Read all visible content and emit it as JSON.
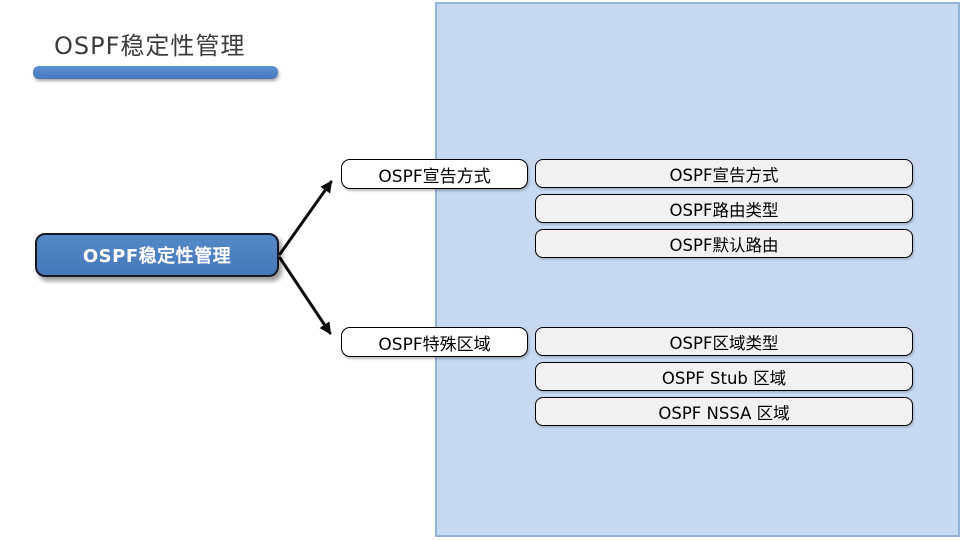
{
  "slide": {
    "title": "OSPF稳定性管理",
    "colors": {
      "panel_fill": "#C7D9F0",
      "panel_border": "#95B3D7",
      "accent_bar_blue": "#4E81BD",
      "root_node_fill": "#4A7EBB",
      "root_node_border": "#1A1724",
      "root_node_text": "#FFFFFF",
      "branch_box_fill": "#FFFFFF",
      "item_box_fill": "#F1F1F1",
      "outline_black": "#000000",
      "title_text": "#3C3C3C",
      "arrow_color": "#0D0D0D"
    }
  },
  "diagram": {
    "root": {
      "label": "OSPF稳定性管理"
    },
    "branches": [
      {
        "label": "OSPF宣告方式",
        "items": [
          "OSPF宣告方式",
          "OSPF路由类型",
          "OSPF默认路由"
        ]
      },
      {
        "label": "OSPF特殊区域",
        "items": [
          "OSPF区域类型",
          "OSPF Stub 区域",
          "OSPF NSSA 区域"
        ]
      }
    ]
  }
}
